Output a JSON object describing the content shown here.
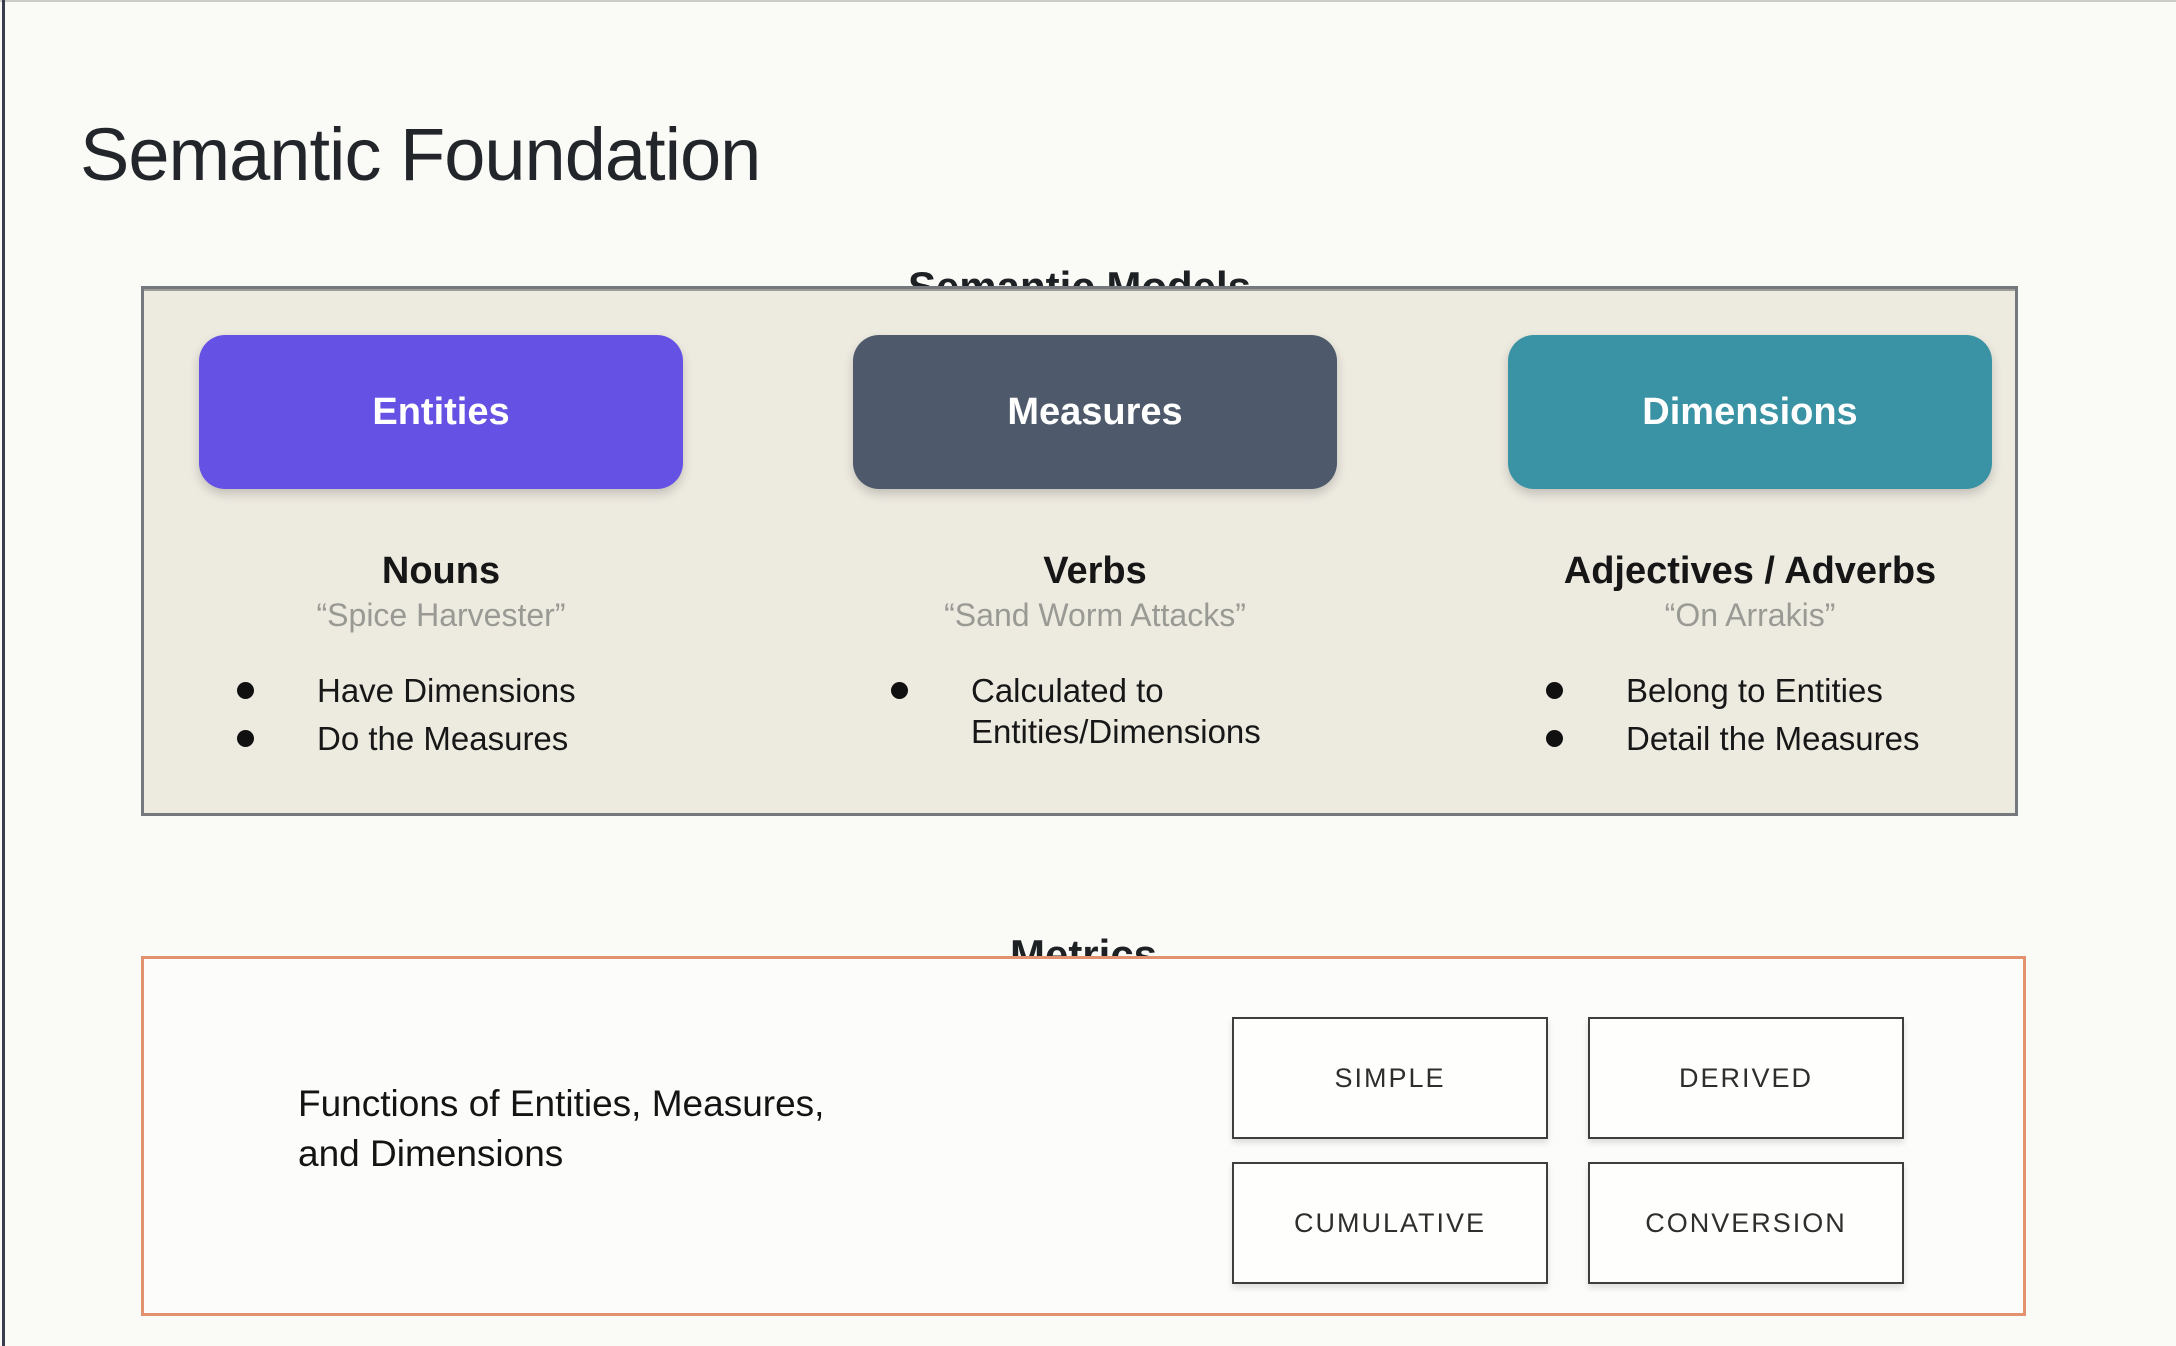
{
  "page": {
    "title": "Semantic Foundation"
  },
  "semantic_models": {
    "heading": "Semantic Models",
    "panel_background": "#EDEAE0",
    "columns": [
      {
        "button": "Entities",
        "button_color": "#6551E3",
        "role": "Nouns",
        "example": "“Spice Harvester”",
        "bullets": [
          "Have Dimensions",
          "Do the Measures"
        ]
      },
      {
        "button": "Measures",
        "button_color": "#4E5A6B",
        "role": "Verbs",
        "example": "“Sand Worm Attacks”",
        "bullets": [
          "Calculated to Entities/Dimensions"
        ]
      },
      {
        "button": "Dimensions",
        "button_color": "#3A93A4",
        "role": "Adjectives / Adverbs",
        "example": "“On Arrakis”",
        "bullets": [
          "Belong to Entities",
          "Detail the Measures"
        ]
      }
    ]
  },
  "metrics": {
    "heading": "Metrics",
    "border_color": "#E2926F",
    "description": "Functions of Entities, Measures,\nand Dimensions",
    "types": [
      "SIMPLE",
      "DERIVED",
      "CUMULATIVE",
      "CONVERSION"
    ]
  }
}
